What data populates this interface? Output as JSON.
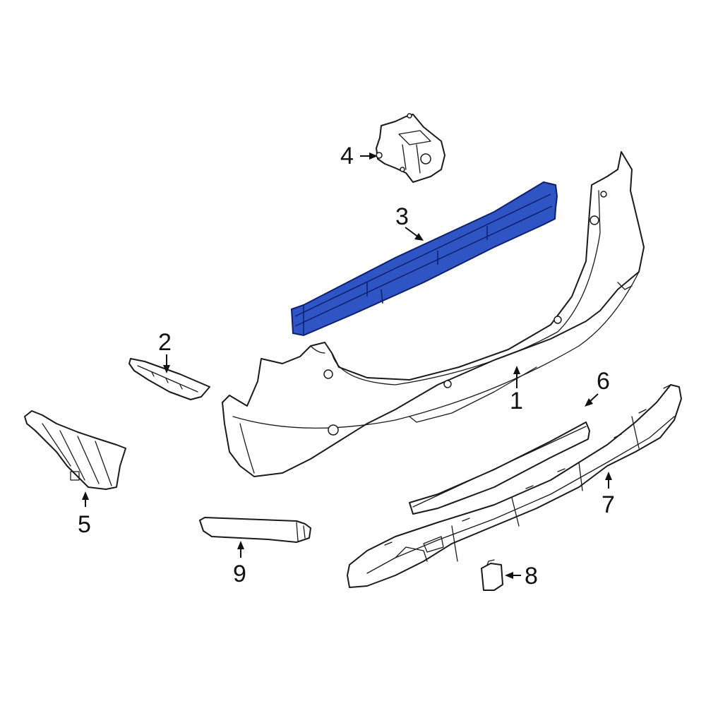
{
  "colors": {
    "highlight_fill": "#2f55c4",
    "highlight_stroke": "#0d1f6e",
    "line": "#1a1a1a",
    "background": "#ffffff"
  },
  "callouts": {
    "c1": "1",
    "c2": "2",
    "c3": "3",
    "c4": "4",
    "c5": "5",
    "c6": "6",
    "c7": "7",
    "c8": "8",
    "c9": "9"
  }
}
